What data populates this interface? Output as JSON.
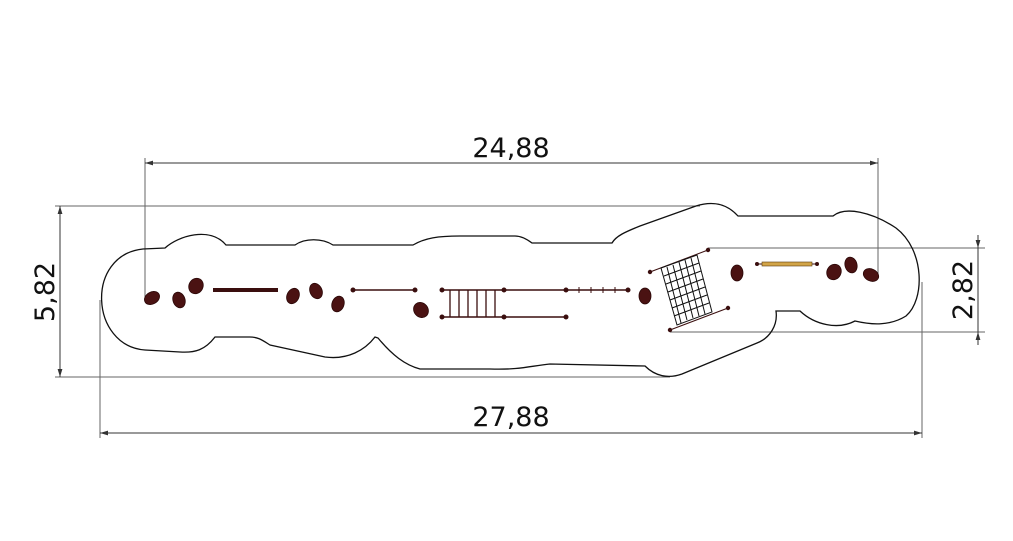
{
  "drawing": {
    "dimensions": {
      "inner_length": "24,88",
      "outer_length": "27,88",
      "outer_width": "5,82",
      "inner_width": "2,82"
    },
    "colors": {
      "outline": "#111111",
      "dimension_line": "#555555",
      "rock": "#4a1212",
      "equipment": "#3a0e0e",
      "beam_accent": "#d2a548"
    }
  }
}
